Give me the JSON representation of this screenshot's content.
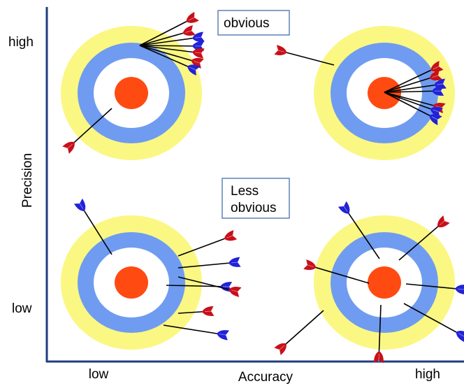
{
  "axes": {
    "x_label": "Accuracy",
    "y_label": "Precision",
    "x_tick_low": "low",
    "x_tick_high": "high",
    "y_tick_high": "high",
    "y_tick_low": "low"
  },
  "callouts": {
    "obvious": "obvious",
    "less_obvious_line1": "Less",
    "less_obvious_line2": "obvious"
  },
  "targets": [
    {
      "name": "low-accuracy-high-precision",
      "accuracy": "low",
      "precision": "high"
    },
    {
      "name": "high-accuracy-high-precision",
      "accuracy": "high",
      "precision": "high"
    },
    {
      "name": "low-accuracy-low-precision",
      "accuracy": "low",
      "precision": "low"
    },
    {
      "name": "high-accuracy-low-precision",
      "accuracy": "high",
      "precision": "low"
    }
  ],
  "colors": {
    "outer_ring": "#fbf783",
    "middle_ring": "#6f9cf0",
    "inner_ring": "#ffffff",
    "bullseye": "#ff4a12",
    "axis": "#1f3d80",
    "callout_border": "#5f82b6",
    "fletch_red": "#c8101a",
    "fletch_blue": "#2222d8"
  }
}
